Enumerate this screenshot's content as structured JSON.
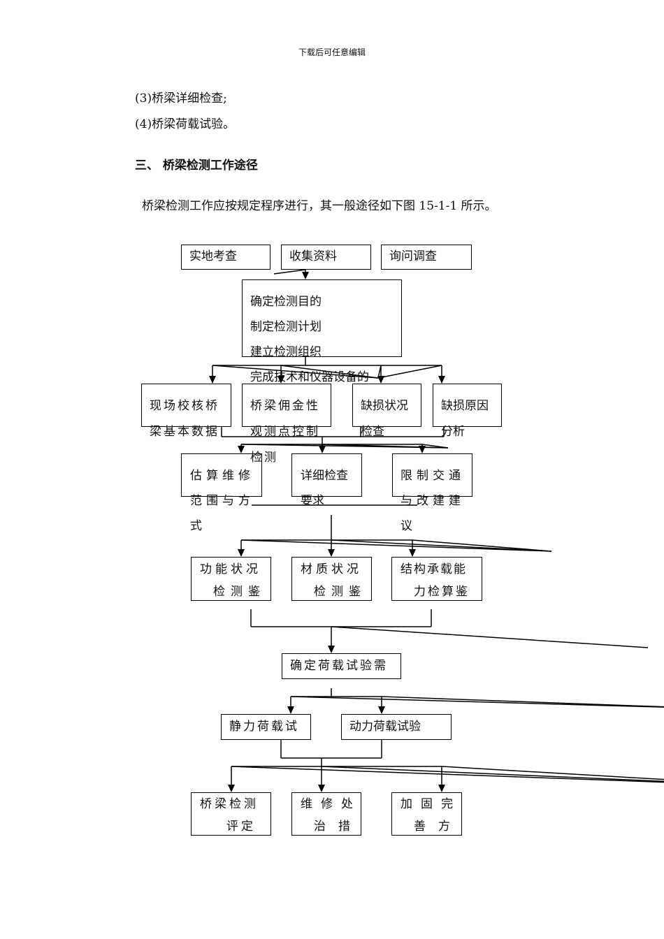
{
  "header": "下载后可任意编辑",
  "list_items": [
    "(3)桥梁详细检查;",
    "(4)桥梁荷载试验。"
  ],
  "section_heading": "三、  桥梁检测工作途径",
  "paragraph": "桥梁检测工作应按规定程序进行，其一般途径如下图 15-1-1 所示。",
  "flowchart": {
    "row1": [
      "实地考查",
      "收集资料",
      "询问调查"
    ],
    "plan": [
      "确定检测目的",
      "制定检测计划",
      "建立检测组织",
      "完成技术和仪器设备的"
    ],
    "row2": [
      [
        "现场校核桥",
        "梁基本数据"
      ],
      [
        "桥梁佣金性",
        "观测点控制",
        "检测"
      ],
      [
        "缺损状况",
        "检查"
      ],
      [
        "缺损原因",
        "分析"
      ]
    ],
    "row3": [
      [
        "估算维修",
        "范围与方",
        "式"
      ],
      [
        "详细检查",
        "要求"
      ],
      [
        "限制交通",
        "与改建建",
        "议"
      ]
    ],
    "row4": [
      [
        "功能状况",
        "检测鉴"
      ],
      [
        "材质状况",
        "检测鉴"
      ],
      [
        "结构承载能",
        "力检算鉴"
      ]
    ],
    "load_test": "确定荷载试验需",
    "row5": [
      "静力荷载试",
      "动力荷载试验"
    ],
    "row6": [
      [
        "桥梁检测",
        "评定"
      ],
      [
        "维修处",
        "治措"
      ],
      [
        "加固完",
        "善方"
      ]
    ]
  }
}
